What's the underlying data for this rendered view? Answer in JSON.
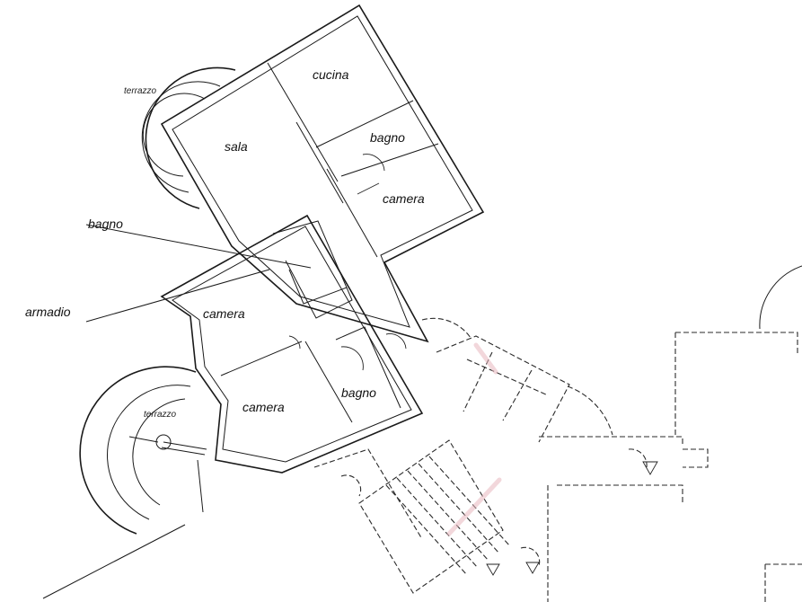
{
  "labels": {
    "sala": "sala",
    "cucina": "cucina",
    "bagno_top": "bagno",
    "camera_top": "camera",
    "bagno_leader": "bagno",
    "armadio": "armadio",
    "camera_mid": "camera",
    "camera_bottom": "camera",
    "bagno_bottom": "bagno",
    "terrazzo_top": "terrazzo",
    "terrazzo_bottom": "terrazzo"
  }
}
